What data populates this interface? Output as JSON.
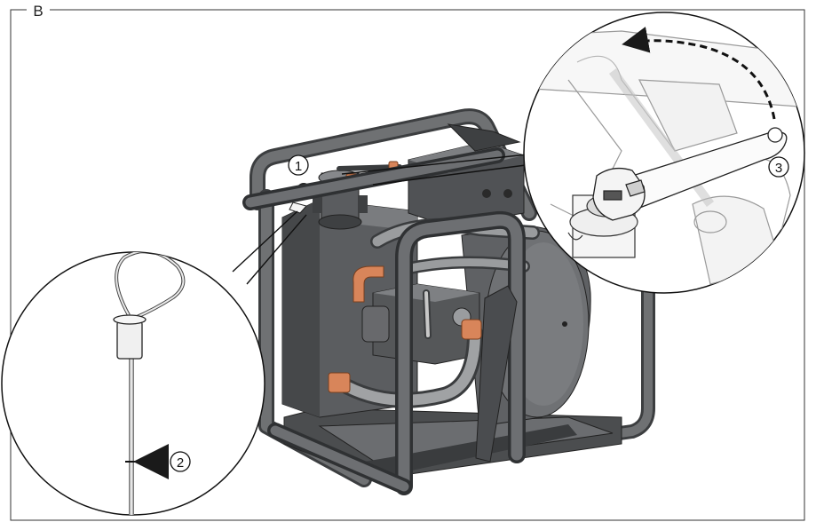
{
  "figure": {
    "panel_label": "B",
    "callouts": [
      {
        "id": "1",
        "text": "1"
      },
      {
        "id": "2",
        "text": "2"
      },
      {
        "id": "3",
        "text": "3"
      }
    ]
  },
  "colors": {
    "frame": "#5f6163",
    "body_dark": "#4a4c4e",
    "body_mid": "#6b6d70",
    "body_light": "#8a8c8f",
    "hose": "#8d9092",
    "copper": "#d8855a",
    "outline": "#1a1a1a",
    "detail_fill": "#f3f3f3"
  },
  "icons": {
    "direction_arrow": "arrow-left-icon",
    "rotation_arrow": "curved-dashed-arrow-icon"
  }
}
